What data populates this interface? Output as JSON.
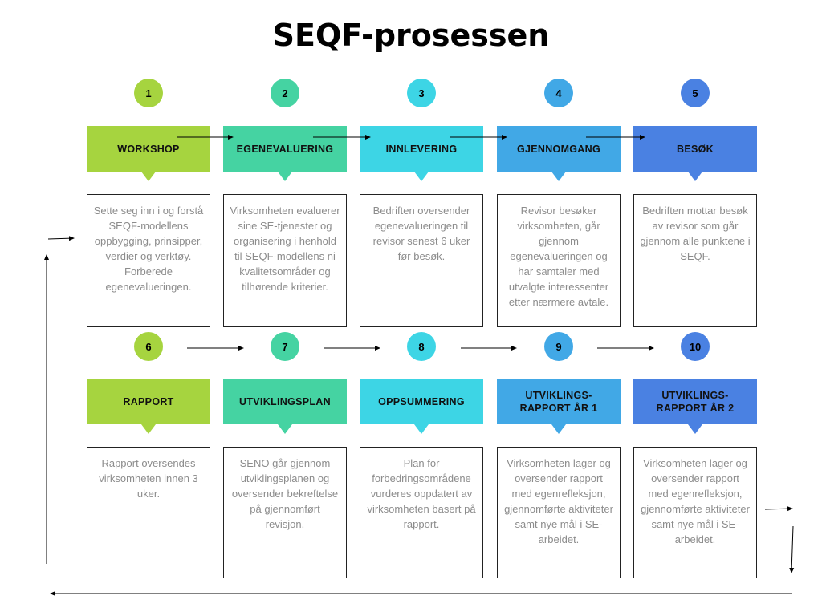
{
  "title": "SEQF-prosessen",
  "colors": {
    "c1": "#a6d43f",
    "c2": "#45d3a2",
    "c3": "#3dd5e5",
    "c4": "#41a8e6",
    "c5": "#4a81e2"
  },
  "steps": [
    {
      "number": "1",
      "title": "WORKSHOP",
      "description": "Sette seg inn i og forstå SEQF-modellens oppbygging, prinsipper, verdier og verktøy. Forberede egenevalueringen."
    },
    {
      "number": "2",
      "title": "EGENEVALUERING",
      "description": "Virksomheten evaluerer sine SE-tjenester og organisering i henhold til SEQF-modellens ni kvalitetsområder og tilhørende kriterier."
    },
    {
      "number": "3",
      "title": "INNLEVERING",
      "description": "Bedriften oversender egenevalueringen til revisor senest 6 uker før besøk."
    },
    {
      "number": "4",
      "title": "GJENNOMGANG",
      "description": "Revisor besøker virksomheten, går gjennom egenevalueringen og har samtaler med utvalgte interessenter etter nærmere avtale."
    },
    {
      "number": "5",
      "title": "BESØK",
      "description": "Bedriften mottar besøk av revisor som går gjennom alle punktene i SEQF."
    },
    {
      "number": "6",
      "title": "RAPPORT",
      "description": "Rapport oversendes virksomheten innen 3 uker."
    },
    {
      "number": "7",
      "title": "UTVIKLINGSPLAN",
      "description": "SENO går gjennom utviklingsplanen og oversender bekreftelse på gjennomført revisjon."
    },
    {
      "number": "8",
      "title": "OPPSUMMERING",
      "description": "Plan for forbedringsområdene vurderes oppdatert av virksomheten basert på rapport."
    },
    {
      "number": "9",
      "title": "UTVIKLINGS-RAPPORT ÅR 1",
      "description": "Virksomheten lager og oversender rapport med egenrefleksjon, gjennomførte aktiviteter samt nye mål i SE-arbeidet."
    },
    {
      "number": "10",
      "title": "UTVIKLINGS-RAPPORT ÅR 2",
      "description": "Virksomheten lager og oversender rapport med egenrefleksjon, gjennomførte aktiviteter samt nye mål i SE-arbeidet."
    }
  ]
}
